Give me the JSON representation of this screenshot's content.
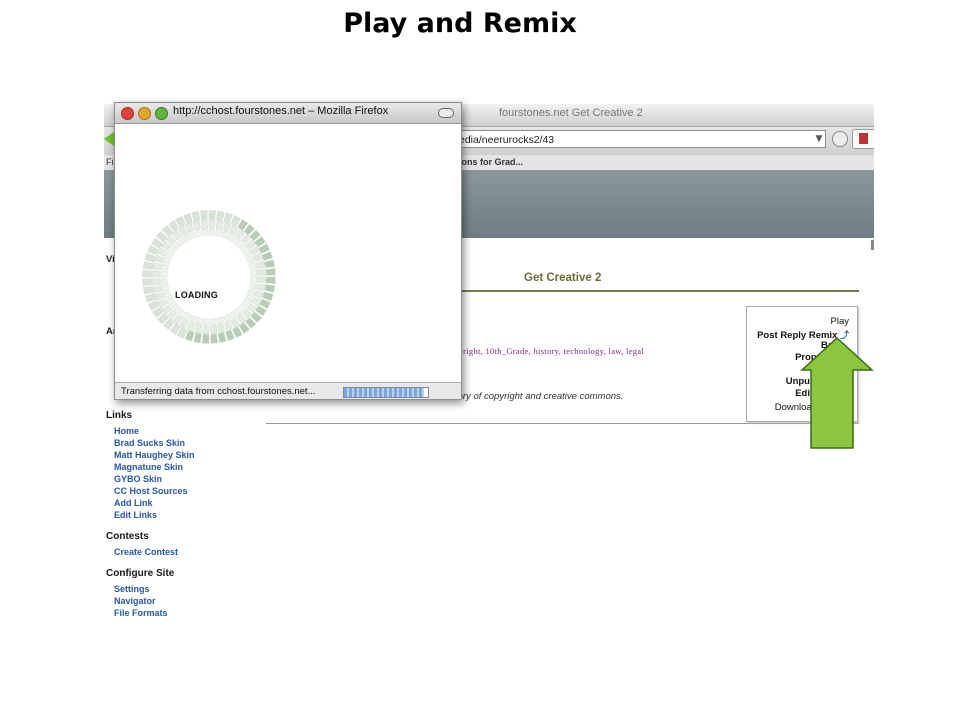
{
  "slide": {
    "title": "Play and Remix"
  },
  "back_window": {
    "title": "fourstones.net Get Creative 2",
    "url": "edia/neerurocks2/43",
    "bookmarks_left": "Fi",
    "bookmarks_item": "tions for Grad...",
    "page_heading": "Get Creative 2",
    "tags": "pyright, 10th_Grade, history, technology, law, legal",
    "description": "This is a 5 minute flash movie on the history of copyright and creative commons.",
    "actions": {
      "play": "Play",
      "post_reply_remix": "Post Reply Remix",
      "bag": "Bag",
      "properties": "Prope",
      "unpub": "Unpu",
      "edit": "Edi",
      "download": "Download"
    },
    "left_nav_letters": [
      "Vi",
      "Ar"
    ]
  },
  "sidebar": {
    "sections": [
      {
        "heading": "Links",
        "items": [
          "Home",
          "Brad Sucks Skin",
          "Matt Haughey Skin",
          "Magnatune Skin",
          "GYBO Skin",
          "CC Host Sources",
          "Add Link",
          "Edit Links"
        ]
      },
      {
        "heading": "Contests",
        "items": [
          "Create Contest"
        ]
      },
      {
        "heading": "Configure Site",
        "items": [
          "Settings",
          "Navigator",
          "File Formats"
        ]
      }
    ]
  },
  "popup": {
    "title": "http://cchost.fourstones.net – Mozilla Firefox",
    "loading_label": "LOADING",
    "status_text": "Transferring data from cchost.fourstones.net...",
    "progress_fraction": 0.95
  },
  "colors": {
    "arrow": "#8cc63f",
    "link": "#2957a4",
    "heading": "#6d6a3c",
    "tag": "#7a2a7a"
  },
  "icons": {
    "remix": "remix-arrow-icon",
    "arrow": "up-arrow-icon"
  }
}
